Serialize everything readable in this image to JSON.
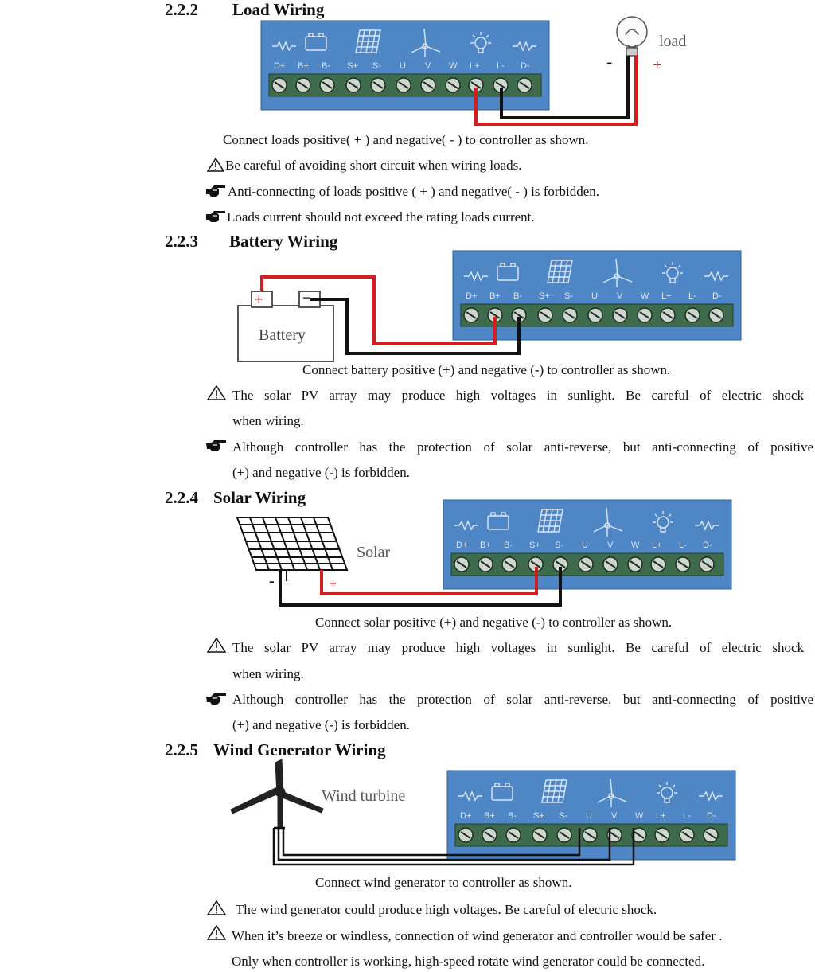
{
  "section_222": {
    "number": "2.2.2",
    "title": "Load Wiring",
    "load_label": "load",
    "minus": "-",
    "plus": "+",
    "caption": "Connect loads positive( + ) and negative( - ) to controller as shown.",
    "note1": "Be careful of avoiding short circuit when wiring loads.",
    "note2": "Anti-connecting of loads positive ( + ) and negative( - ) is forbidden.",
    "note3": "Loads current should not exceed the rating loads current."
  },
  "section_223": {
    "number": "2.2.3",
    "title": "Battery Wiring",
    "battery_label": "Battery",
    "plus": "+",
    "minus": "−",
    "caption": "Connect battery positive (+) and negative (-) to controller as shown.",
    "warn_line1": "The solar PV array may produce high voltages in sunlight. Be careful of electric shock",
    "warn_line2": "when wiring.",
    "note_line1": "Although controller has the protection of solar anti-reverse, but anti-connecting of positive",
    "note_line2": "(+) and negative (-) is forbidden."
  },
  "section_224": {
    "number": "2.2.4",
    "title": "Solar Wiring",
    "solar_label": "Solar",
    "minus": "-",
    "plus": "+",
    "caption": "Connect solar positive (+) and negative (-) to controller as shown.",
    "warn_line1": "The solar PV array may produce high voltages in sunlight. Be careful of electric shock",
    "warn_line2": "when wiring.",
    "note_line1": "Although controller has the protection of solar anti-reverse, but anti-connecting of positive",
    "note_line2": "(+) and negative (-) is forbidden."
  },
  "section_225": {
    "number": "2.2.5",
    "title": "Wind Generator Wiring",
    "turbine_label": "Wind turbine",
    "caption": "Connect wind generator to controller as shown.",
    "warn1": "The wind generator could produce high voltages. Be careful of electric shock.",
    "warn2_line1": "When it’s breeze or windless, connection of wind generator and controller would be safer .",
    "warn2_line2": "Only when controller is working, high-speed rotate wind generator could be connected."
  },
  "controller_terminals": [
    "D+",
    "B+",
    "B-",
    "S+",
    "S-",
    "U",
    "V",
    "W",
    "L+",
    "L-",
    "D-"
  ],
  "colors": {
    "panel": "#4f86c6",
    "terminal_strip": "#3d6b4c",
    "wire_red": "#d21e1e",
    "wire_black": "#111111"
  },
  "icons": [
    "warning-triangle-icon",
    "pointing-hand-icon",
    "battery-icon",
    "solar-panel-icon",
    "wind-turbine-icon",
    "light-bulb-icon",
    "resistor-icon"
  ]
}
